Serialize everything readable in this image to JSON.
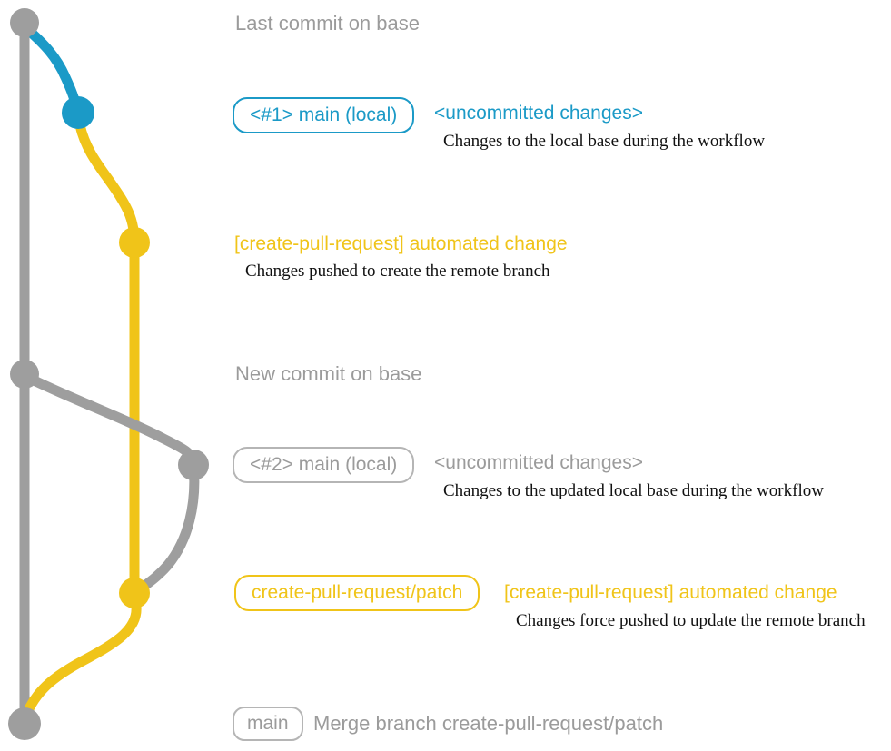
{
  "colors": {
    "blue": "#1B9AC7",
    "yellow": "#F0C419",
    "gray": "#9E9E9E",
    "graytext": "#9B9B9B",
    "ink": "#111111"
  },
  "rows": {
    "last_commit": {
      "label": "Last commit on base"
    },
    "commit1": {
      "badge": "<#1> main (local)",
      "title": "<uncommitted changes>",
      "desc": "Changes to the local base during the workflow"
    },
    "push1": {
      "title": "[create-pull-request] automated change",
      "desc": "Changes pushed to create the remote branch"
    },
    "new_commit": {
      "label": "New commit on base"
    },
    "commit2": {
      "badge": "<#2> main (local)",
      "title": "<uncommitted changes>",
      "desc": "Changes to the updated local base during the workflow"
    },
    "push2": {
      "badge": "create-pull-request/patch",
      "title": "[create-pull-request] automated change",
      "desc": "Changes force pushed to update the remote branch"
    },
    "merge": {
      "badge": "main",
      "label": "Merge branch create-pull-request/patch"
    }
  }
}
